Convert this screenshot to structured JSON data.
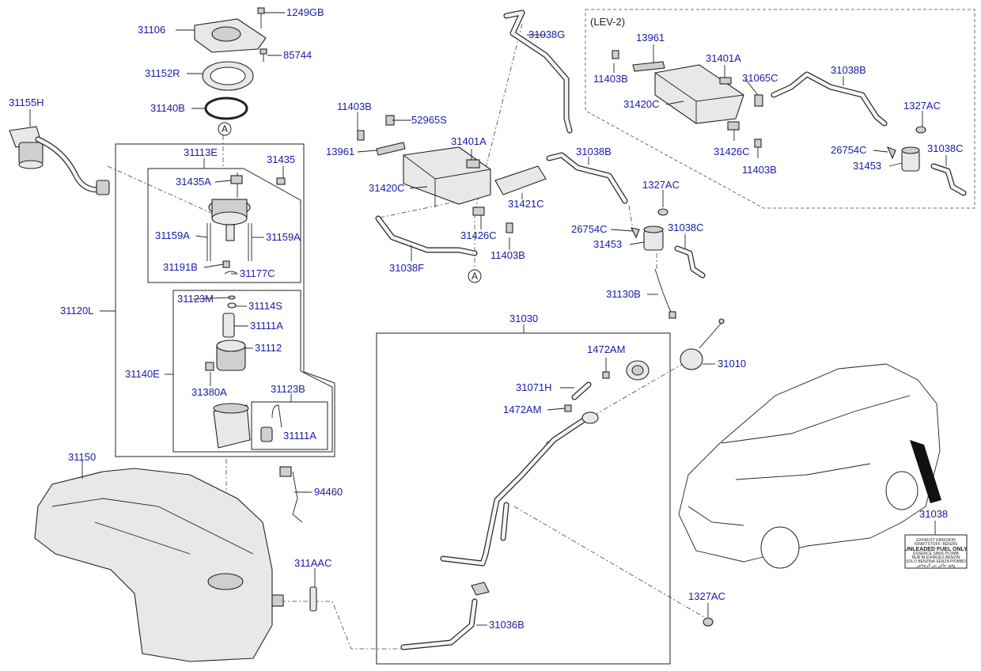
{
  "labels": {
    "p1249GB": "1249GB",
    "p31106": "31106",
    "p85744": "85744",
    "p31152R": "31152R",
    "p31140B": "31140B",
    "p31155H": "31155H",
    "p31113E": "31113E",
    "p31435": "31435",
    "p31435A": "31435A",
    "p31159A_l": "31159A",
    "p31159A_r": "31159A",
    "p31191B": "31191B",
    "p31177C": "31177C",
    "p31120L": "31120L",
    "p31123M": "31123M",
    "p31114S": "31114S",
    "p31111A_a": "31111A",
    "p31112": "31112",
    "p31140E": "31140E",
    "p31380A": "31380A",
    "p31123B": "31123B",
    "p31111A_b": "31111A",
    "p31150": "31150",
    "p94460": "94460",
    "p311AAC": "311AAC",
    "p11403B_a": "11403B",
    "p52965S": "52965S",
    "p13961_a": "13961",
    "p31401A_a": "31401A",
    "p31038G": "31038G",
    "p31420C_a": "31420C",
    "p31421C": "31421C",
    "p31426C_a": "31426C",
    "p11403B_b": "11403B",
    "p31038F": "31038F",
    "p31038B_a": "31038B",
    "p1327AC_a": "1327AC",
    "p26754C_a": "26754C",
    "p31038C_a": "31038C",
    "p31453_a": "31453",
    "p31130B": "31130B",
    "lev2": "(LEV-2)",
    "p13961_b": "13961",
    "p11403B_c": "11403B",
    "p31401A_b": "31401A",
    "p31065C": "31065C",
    "p31038B_b": "31038B",
    "p31420C_b": "31420C",
    "p1327AC_b": "1327AC",
    "p26754C_b": "26754C",
    "p31038C_b": "31038C",
    "p31453_b": "31453",
    "p31426C_b": "31426C",
    "p11403B_d": "11403B",
    "p31030": "31030",
    "p1472AM_a": "1472AM",
    "p31010": "31010",
    "p31071H": "31071H",
    "p1472AM_b": "1472AM",
    "p31036B": "31036B",
    "p1327AC_c": "1327AC",
    "p31038": "31038"
  },
  "callout": {
    "ref_a_top": "A",
    "ref_a_bottom": "A"
  },
  "sticker": {
    "line1": "EXHAUST EMISSION",
    "line2": "KRAFTSTOFF: BENZIN",
    "line3": "UNLEADED FUEL ONLY",
    "line4": "ESSENCE SANS PLOMB",
    "line5": "NUR BLEIFREIES BENZIN",
    "line6": "SOLO BENZINA SENZA PIOMBO",
    "line7": "وقود خالي من الرصاص"
  },
  "colors": {
    "label": "#1a1aa8",
    "line": "#222222",
    "part_fill": "#e8e8e8"
  }
}
